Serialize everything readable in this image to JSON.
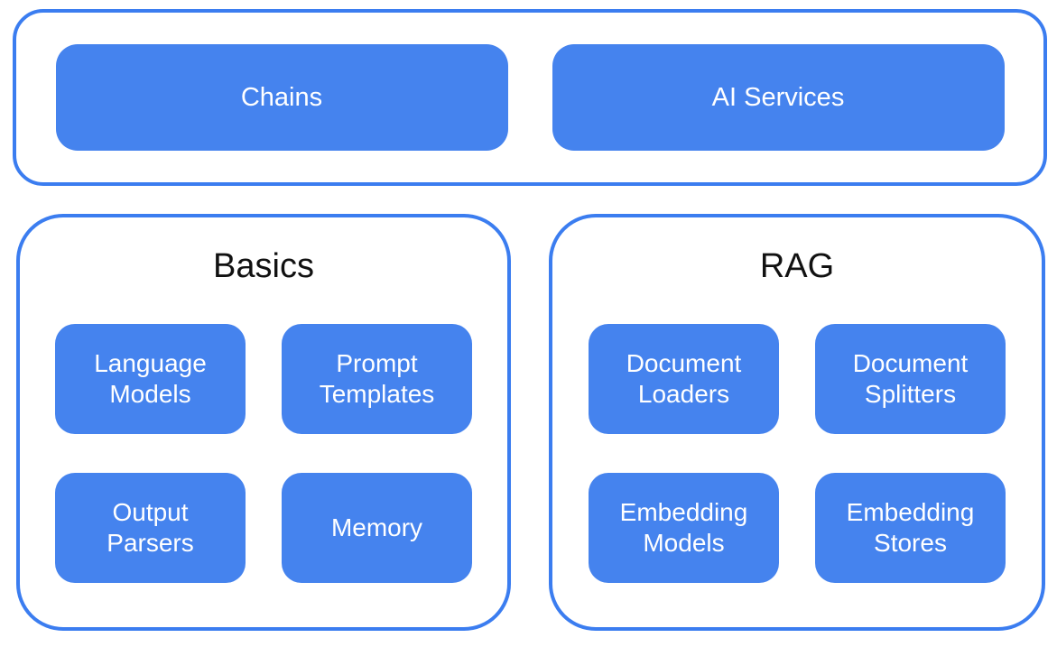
{
  "colors": {
    "box_fill": "#4583EE",
    "container_border": "#3B7DF0",
    "box_text": "#FFFFFF",
    "title_text": "#111111"
  },
  "top_section": {
    "items": [
      "Chains",
      "AI Services"
    ]
  },
  "sections": [
    {
      "title": "Basics",
      "items": [
        "Language Models",
        "Prompt Templates",
        "Output Parsers",
        "Memory"
      ]
    },
    {
      "title": "RAG",
      "items": [
        "Document Loaders",
        "Document Splitters",
        "Embedding Models",
        "Embedding Stores"
      ]
    }
  ]
}
